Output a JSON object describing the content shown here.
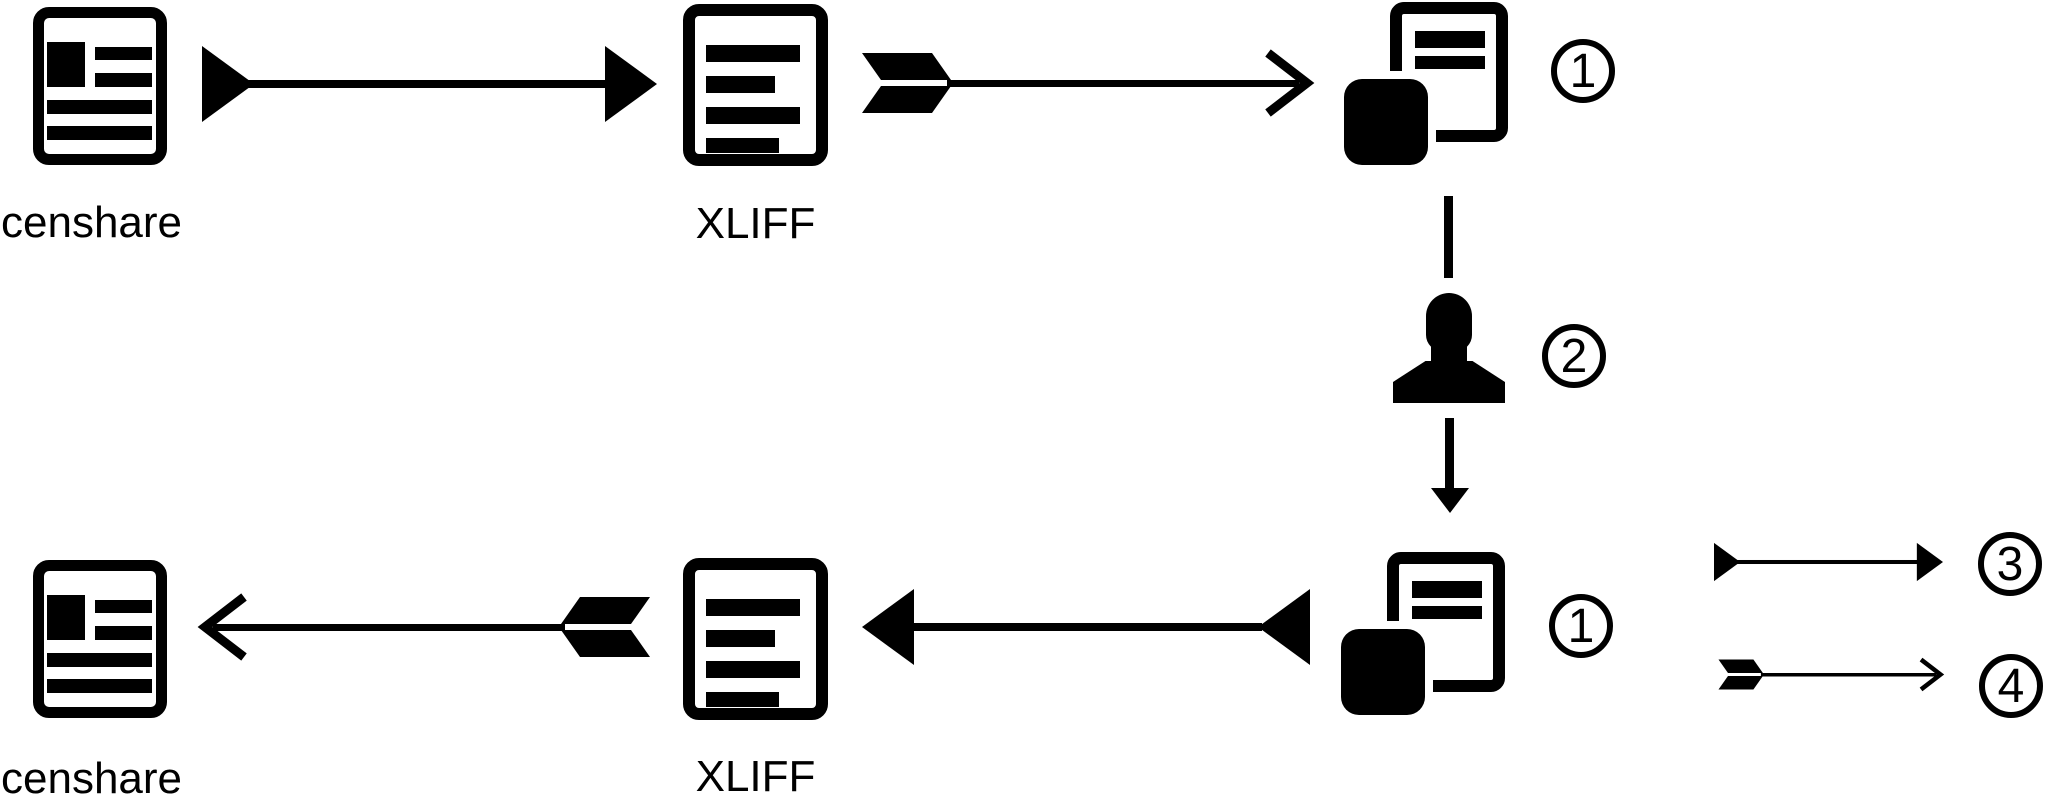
{
  "colors": {
    "ink": "#000000",
    "paper": "#ffffff"
  },
  "top_flow": {
    "censhare_label": "censhare",
    "xliff_label": "XLIFF",
    "copy_badge": "1"
  },
  "review_step": {
    "person_badge": "2"
  },
  "bottom_flow": {
    "censhare_label": "censhare",
    "xliff_label": "XLIFF",
    "copy_badge": "1"
  },
  "legend": {
    "solid_arrow_badge": "3",
    "feathered_arrow_badge": "4"
  }
}
